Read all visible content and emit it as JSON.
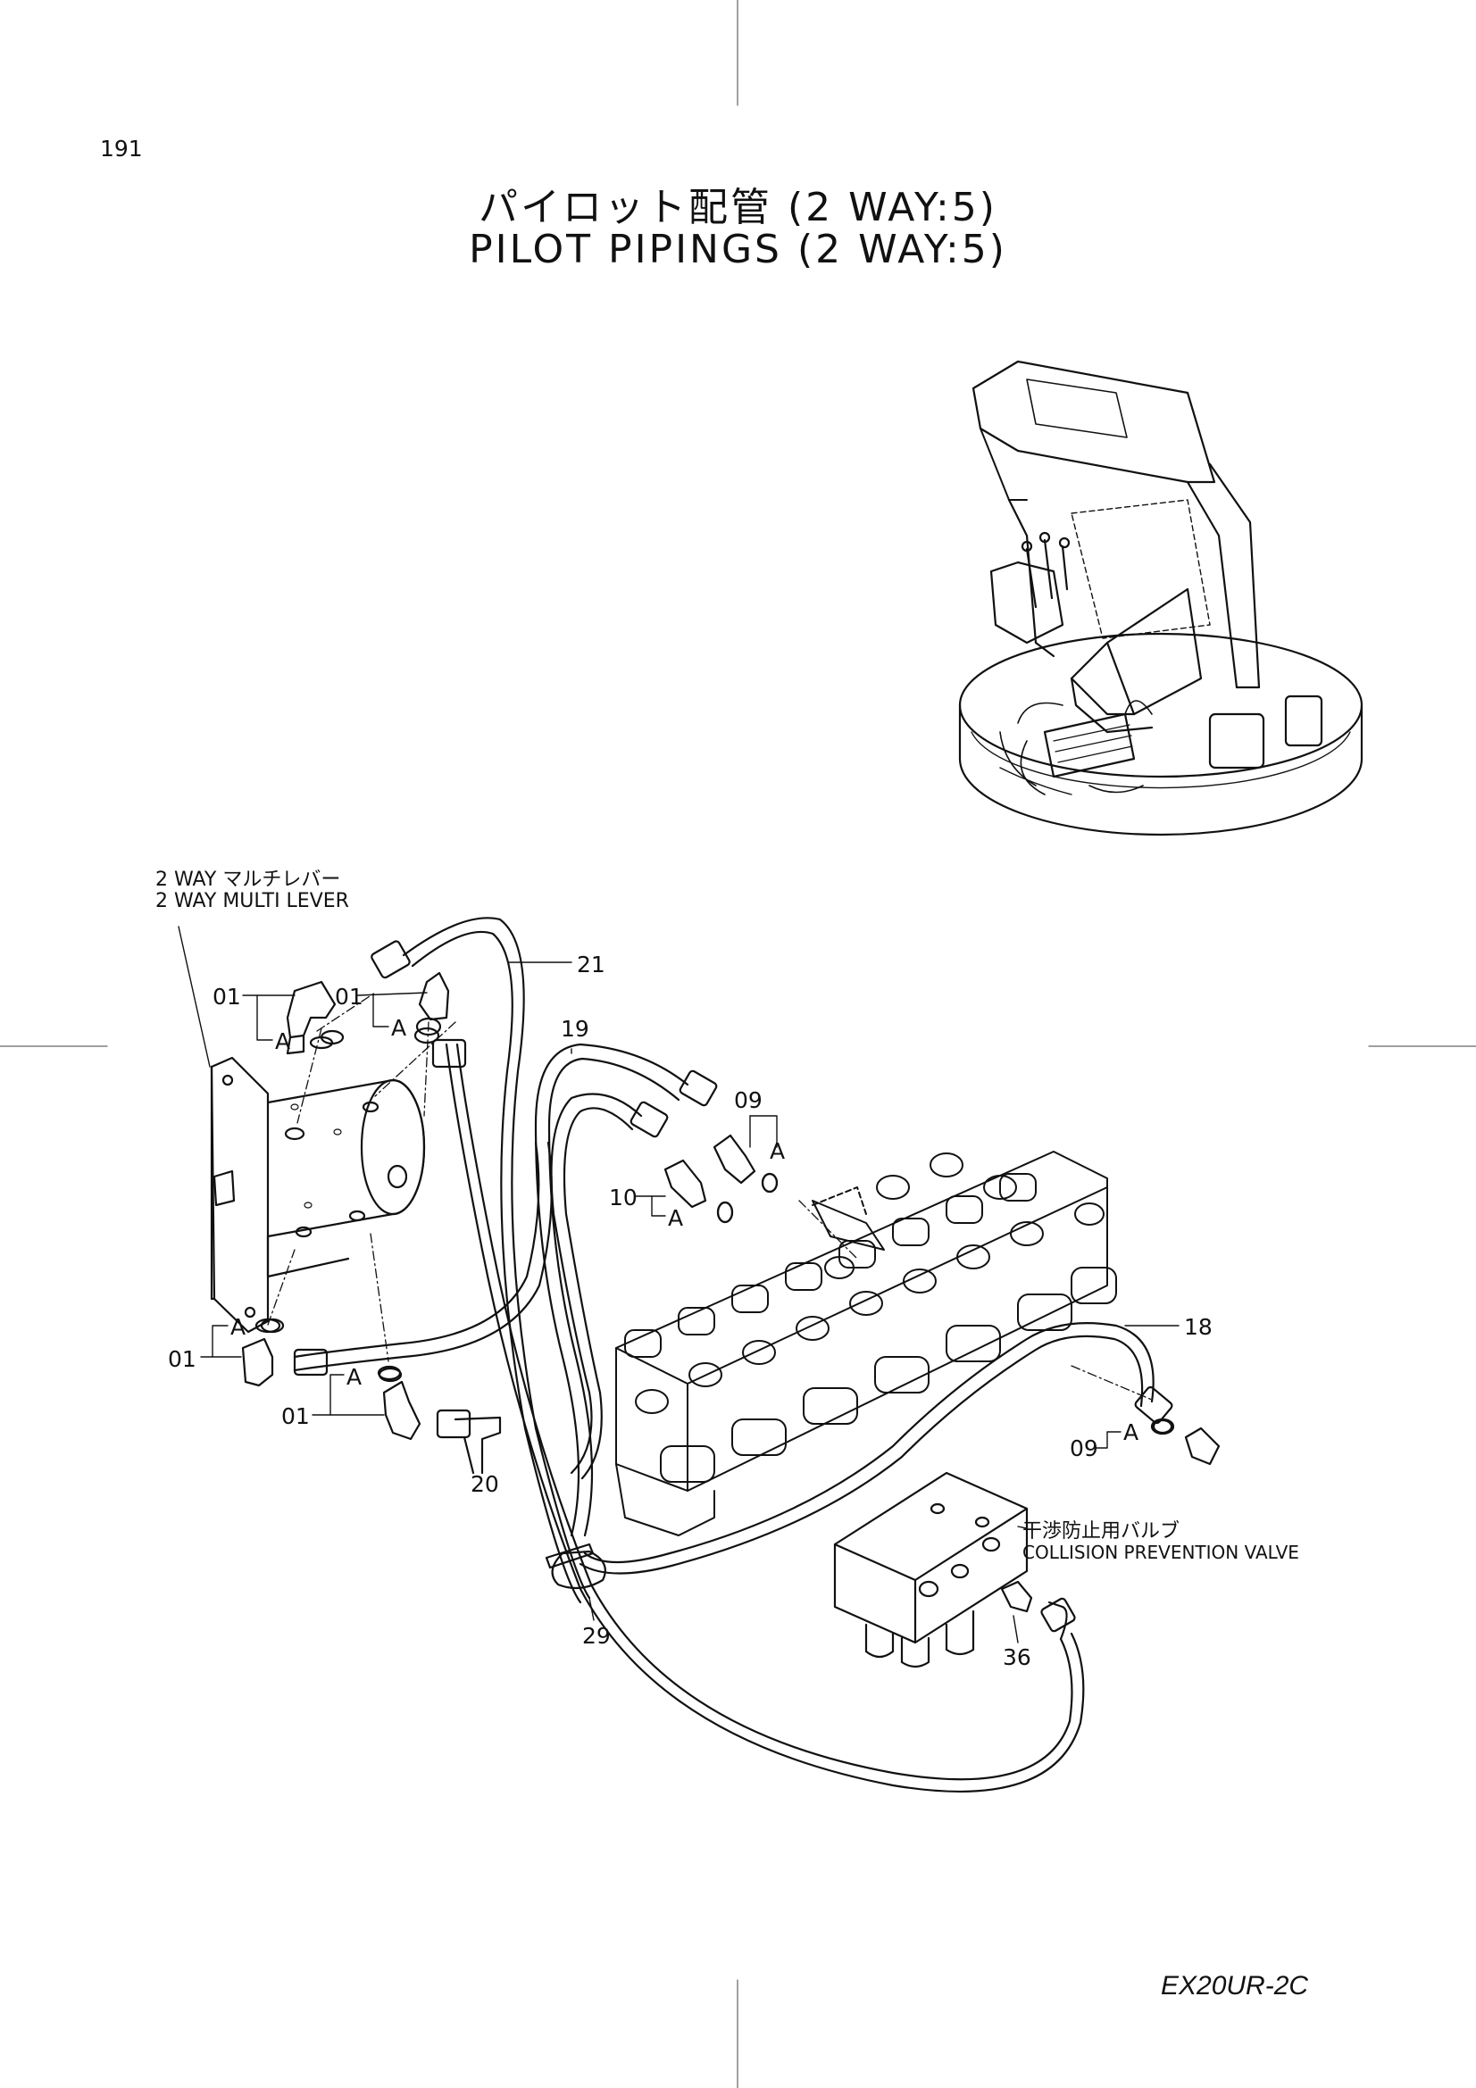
{
  "page": {
    "page_number": "191",
    "title_jp": "パイロット配管 (2 WAY:5)",
    "title_en": "PILOT PIPINGS (2 WAY:5)",
    "model": "EX20UR-2C"
  },
  "labels": {
    "lever_jp": "2 WAY マルチレバー",
    "lever_en": "2 WAY MULTI LEVER",
    "valve_jp": "干渉防止用バルブ",
    "valve_en": "COLLISION PREVENTION VALVE"
  },
  "callouts": {
    "p01a": "01",
    "p01b": "01",
    "p01c": "01",
    "p01d": "01",
    "p09a": "09",
    "p09b": "09",
    "p10": "10",
    "p18": "18",
    "p19": "19",
    "p20": "20",
    "p21": "21",
    "p29": "29",
    "p36": "36",
    "a1": "A",
    "a2": "A",
    "a3": "A",
    "a4": "A",
    "a5": "A",
    "a6": "A",
    "a7": "A"
  }
}
